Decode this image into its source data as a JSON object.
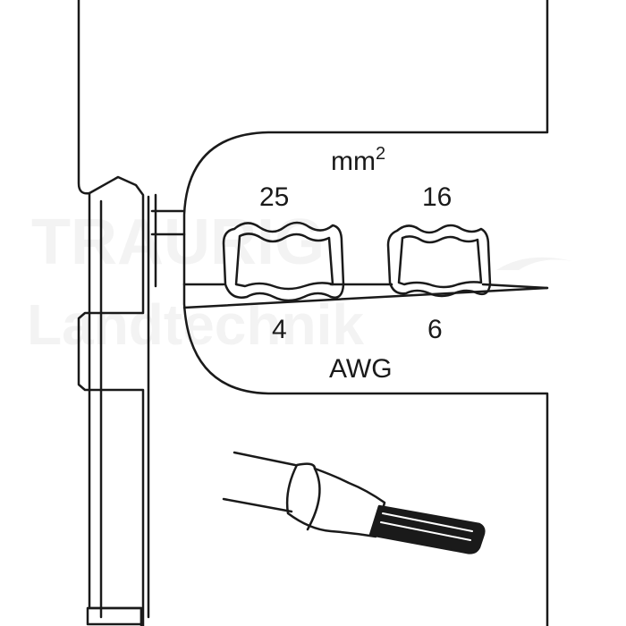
{
  "diagram": {
    "unit_metric": "mm",
    "unit_metric_exponent": "2",
    "metric_sizes": [
      "25",
      "16"
    ],
    "awg_sizes": [
      "4",
      "6"
    ],
    "unit_awg": "AWG",
    "watermark": {
      "line1": "TRAURIG",
      "line2": "Landtechnik"
    }
  },
  "colors": {
    "stroke": "#1a1a1a",
    "fill": "#ffffff",
    "watermark": "#f3f3f3"
  }
}
